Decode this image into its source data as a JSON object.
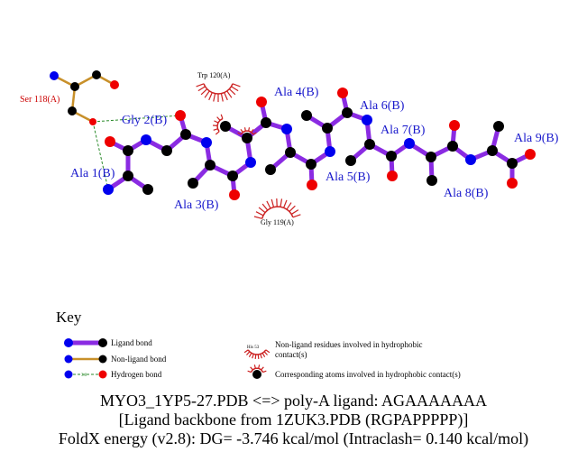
{
  "colors": {
    "ligand_bond": "#8a2be2",
    "nonligand_bond": "#c8902a",
    "hbond": "#2a8a2a",
    "nitrogen": "#0000ee",
    "oxygen": "#ee0000",
    "carbon": "#000000",
    "hydrophobic": "#cc2222",
    "ligand_label": "#1a1acc",
    "residue_label": "#cc0000"
  },
  "residue_labels": {
    "ser118": "Ser 118(A)",
    "trp120": "Trp 120(A)",
    "gly119": "Gly 119(A)"
  },
  "ligand_labels": [
    "Ala 1(B)",
    "Gly 2(B)",
    "Ala 3(B)",
    "Ala 4(B)",
    "Ala 5(B)",
    "Ala 6(B)",
    "Ala 7(B)",
    "Ala 8(B)",
    "Ala 9(B)"
  ],
  "key": {
    "title": "Key",
    "ligand_bond": "Ligand bond",
    "nonligand_bond": "Non-ligand bond",
    "hydrogen_bond": "Hydrogen bond",
    "hbond_distance": "3.0",
    "hydrophobic_residue_example": "His 53",
    "hydrophobic_residue_line1": "Non-ligand residues involved in hydrophobic",
    "hydrophobic_residue_line2": "contact(s)",
    "hydrophobic_atom": "Corresponding atoms involved in hydrophobic contact(s)"
  },
  "footer": {
    "line1": "MYO3_1YP5-27.PDB <=> poly-A ligand: AGAAAAAAA",
    "line2": "[Ligand backbone from 1ZUK3.PDB (RGPAPPPPP)]",
    "line3": "FoldX energy (v2.8): DG= -3.746 kcal/mol (Intraclash= 0.140 kcal/mol)"
  }
}
